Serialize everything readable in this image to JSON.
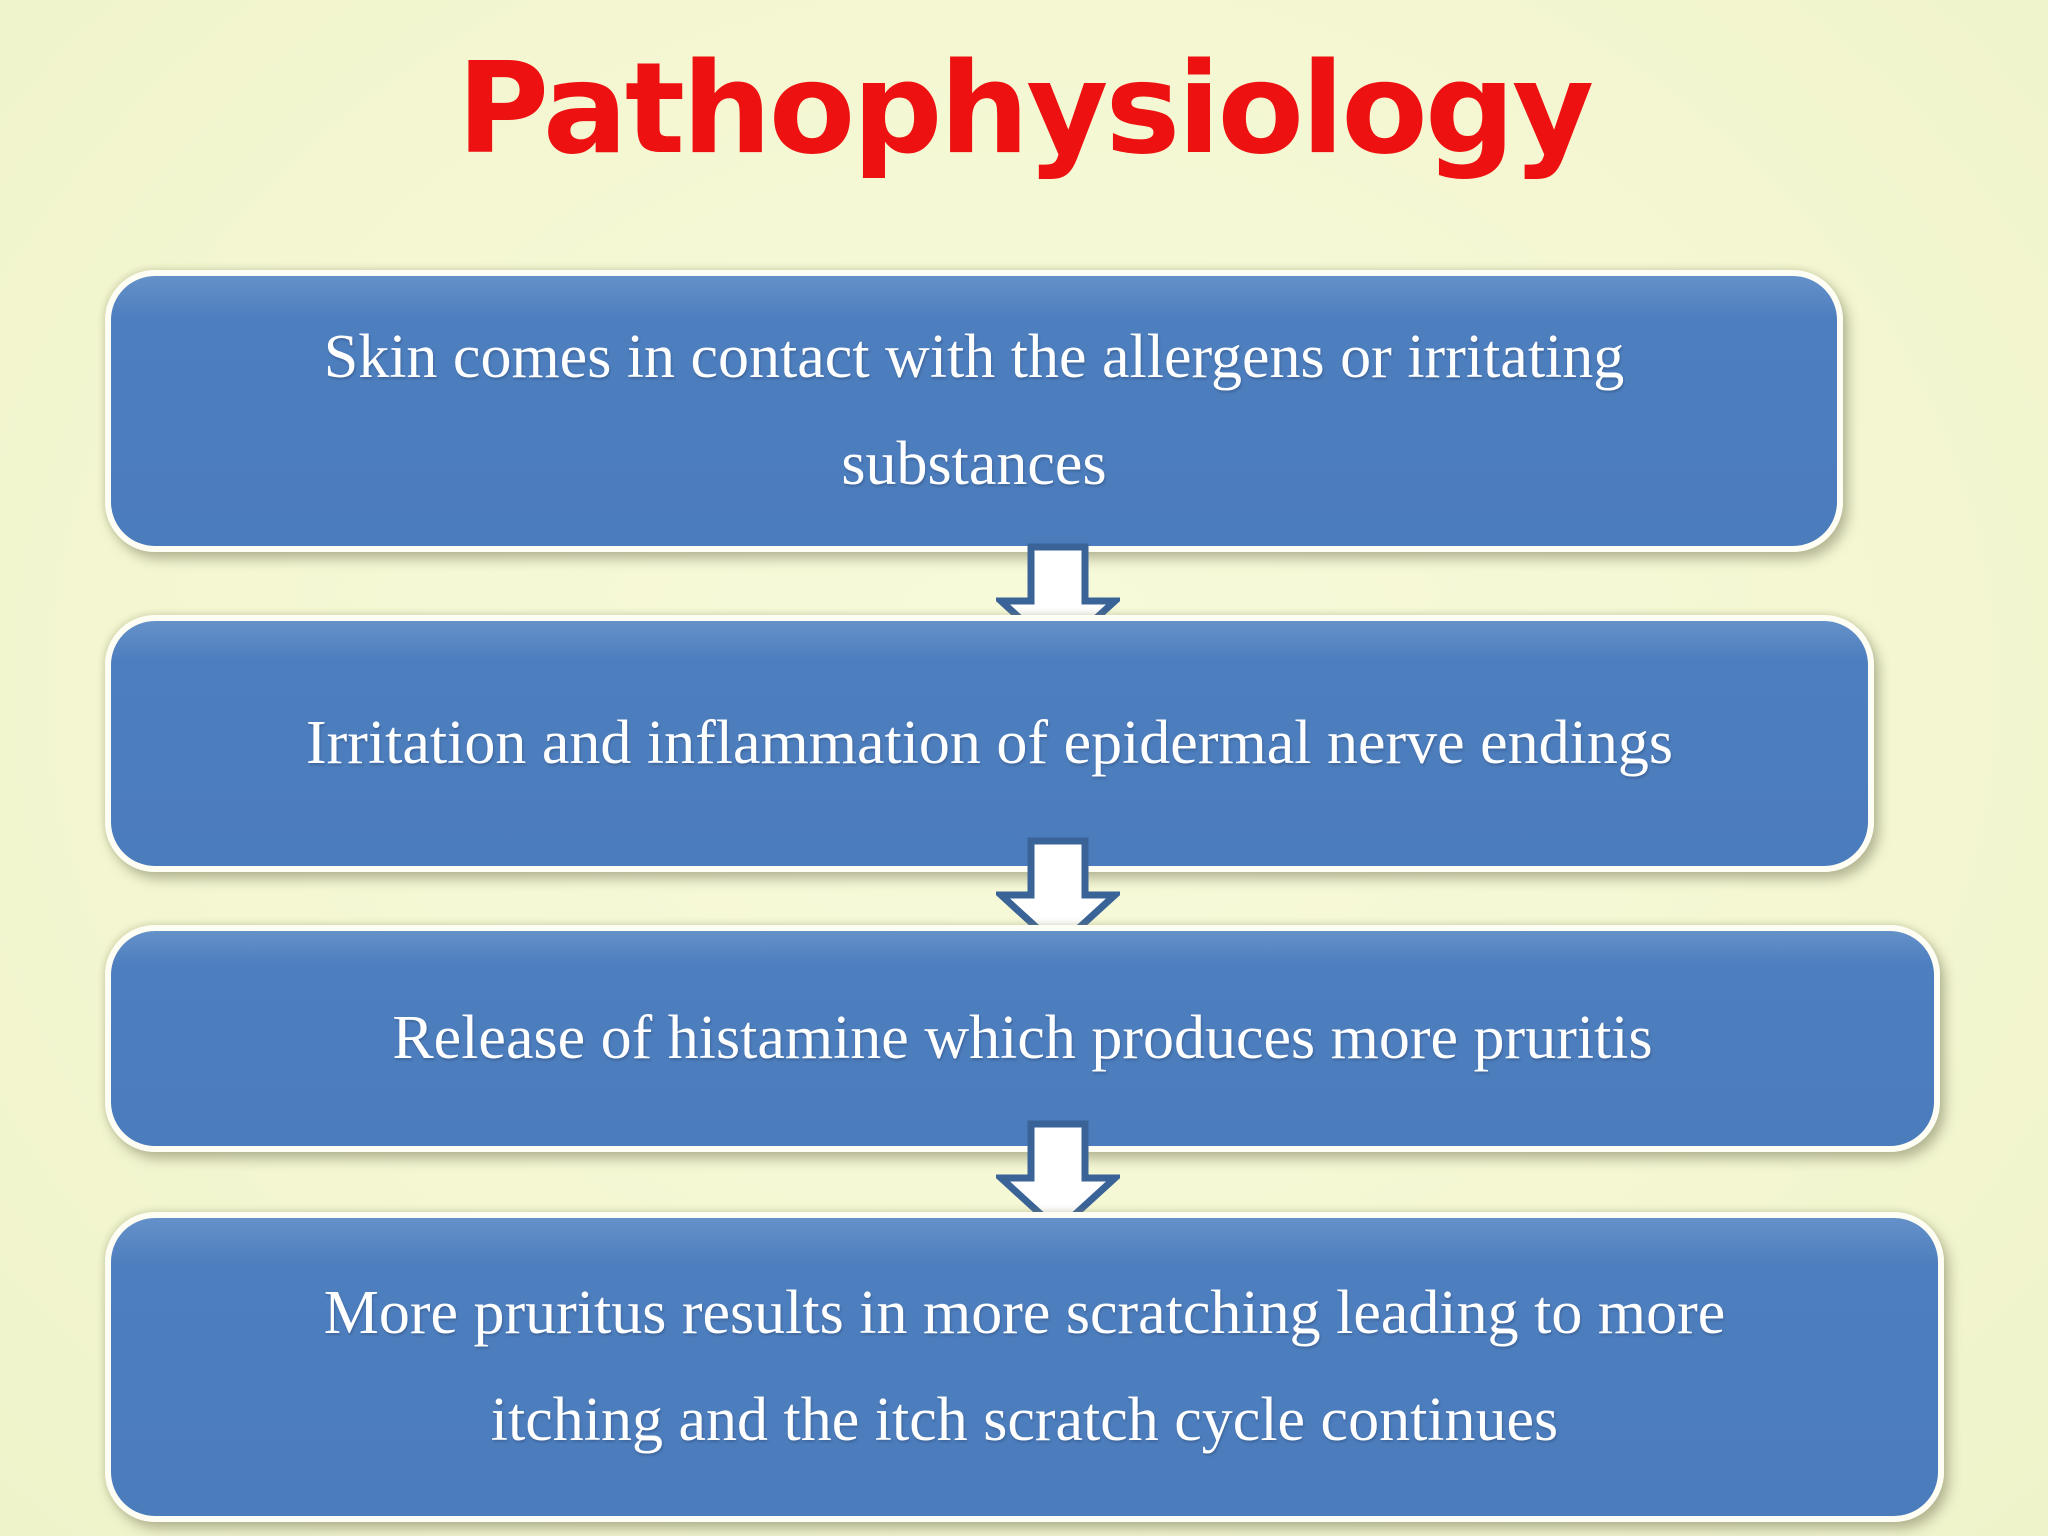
{
  "slide": {
    "title": "Pathophysiology",
    "steps": [
      {
        "lines": {
          "0": "Skin comes in contact with the allergens or irritating",
          "1": "substances"
        },
        "full_text": "Skin comes in contact with the allergens or irritating substances"
      },
      {
        "lines": {
          "0": "Irritation and inflammation of epidermal  nerve endings"
        },
        "full_text": "Irritation and inflammation of epidermal  nerve endings"
      },
      {
        "lines": {
          "0": "Release of histamine which produces more pruritis"
        },
        "full_text": "Release of histamine which produces more pruritis"
      },
      {
        "lines": {
          "0": "More pruritus results in more scratching leading to more",
          "1": "itching and the itch scratch cycle continues"
        },
        "full_text": "More pruritus results in more scratching leading to more itching and the itch scratch cycle continues"
      }
    ],
    "colors": {
      "background": "#f4f7d2",
      "title_red": "#ee1111",
      "box_blue": "#4d7ebe",
      "box_outline": "#fffef4",
      "box_text": "#ffffff",
      "arrow_fill": "#ffffff",
      "arrow_border": "#3a6397"
    }
  }
}
